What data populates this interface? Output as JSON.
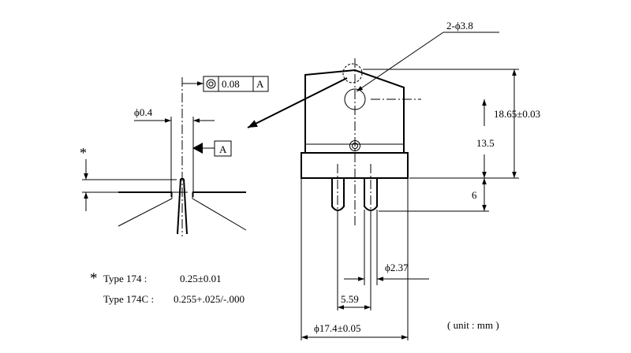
{
  "labels": {
    "hole_callout": "2-ϕ3.8",
    "overall_height": "18.65±0.03",
    "body_height": "13.5",
    "pin_length": "6",
    "pin_diameter": "ϕ2.37",
    "pin_spacing": "5.59",
    "outer_diameter": "ϕ17.4±0.05",
    "unit": "( unit : mm )",
    "tip_diameter": "ϕ0.4",
    "concentricity_value": "0.08",
    "datum_ref": "A",
    "datum_label": "A",
    "asterisk": "*"
  },
  "notes": {
    "marker": "*",
    "type1_name": "Type 174 :",
    "type1_value": "0.25±0.01",
    "type2_name": "Type 174C :",
    "type2_value": "0.255+.025/-.000"
  }
}
